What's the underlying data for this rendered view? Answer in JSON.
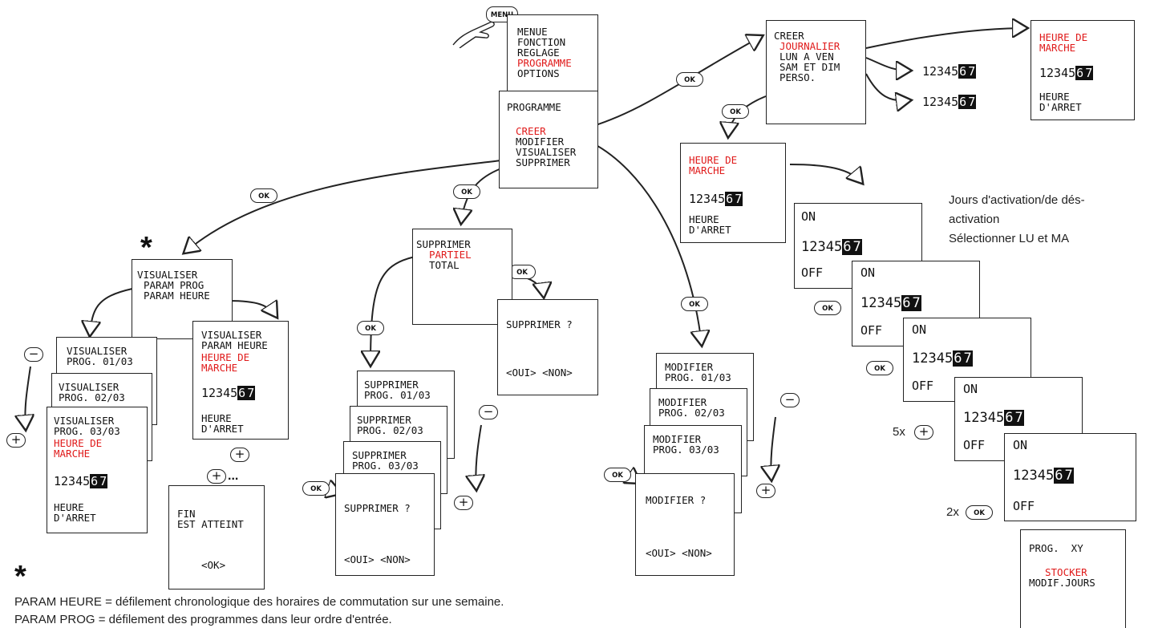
{
  "buttons": {
    "ok": "OK",
    "menu": "MENU",
    "plus": "+",
    "minus": "−"
  },
  "days": {
    "digits": "12345",
    "sat": "6",
    "sun": "7"
  },
  "menu_screen": {
    "l1": "MENUE",
    "l2": "FONCTION",
    "l3": "REGLAGE",
    "l4": "PROGRAMME",
    "l5": "OPTIONS"
  },
  "programme_screen": {
    "title": "PROGRAMME",
    "creer": "CREER",
    "modifier": "MODIFIER",
    "visualiser": "VISUALISER",
    "supprimer": "SUPPRIMER"
  },
  "creer_screen": {
    "title": "CREER",
    "journalier": "JOURNALIER",
    "lun_ven": "LUN A VEN",
    "sam_dim": "SAM ET DIM",
    "perso": "PERSO."
  },
  "heure_screen": {
    "marche1": "HEURE DE",
    "marche2": "MARCHE",
    "arret1": "HEURE",
    "arret2": "D'ARRET"
  },
  "visualiser_menu": {
    "title": "VISUALISER",
    "prog": "PARAM PROG",
    "heure": "PARAM HEURE"
  },
  "visualiser_progs": {
    "title": "VISUALISER",
    "p1": "PROG. 01/03",
    "p2": "PROG. 02/03",
    "p3": "PROG. 03/03"
  },
  "visualiser_heure": {
    "title": "VISUALISER",
    "sub": "PARAM HEURE"
  },
  "fin_screen": {
    "l1": "FIN",
    "l2": "EST ATTEINT",
    "ok": "<OK>",
    "plus_dots": "..."
  },
  "supprimer_menu": {
    "title": "SUPPRIMER",
    "partiel": "PARTIEL",
    "total": "TOTAL"
  },
  "supprimer_confirm": {
    "q": "SUPPRIMER ?",
    "ans": "<OUI> <NON>"
  },
  "supprimer_progs": {
    "title": "SUPPRIMER",
    "p1": "PROG. 01/03",
    "p2": "PROG. 02/03",
    "p3": "PROG. 03/03"
  },
  "modifier_progs": {
    "title": "MODIFIER",
    "p1": "PROG. 01/03",
    "p2": "PROG. 02/03",
    "p3": "PROG. 03/03"
  },
  "modifier_confirm": {
    "q": "MODIFIER ?",
    "ans": "<OUI> <NON>"
  },
  "onoff": {
    "on": "ON",
    "off": "OFF"
  },
  "multipliers": {
    "five": "5x",
    "two": "2x"
  },
  "store_screen": {
    "title": "PROG.  XY",
    "stocker": "STOCKER",
    "modif": "MODIF.JOURS"
  },
  "notes": {
    "activation": "Jours d'activation/de dés-\nactivation\nSélectionner LU et MA",
    "param_heure": "PARAM HEURE = défilement chronologique des horaires de commutation sur une semaine.",
    "param_prog": "PARAM PROG = défilement des programmes dans leur ordre d'entrée.",
    "star": "*"
  },
  "colors": {
    "highlight": "#e01b1b",
    "line": "#222222"
  }
}
